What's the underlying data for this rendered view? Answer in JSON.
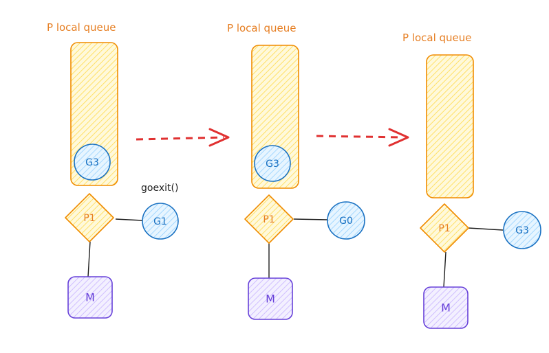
{
  "colors": {
    "queue_stroke": "#f08c00",
    "queue_fill": "#ffec99",
    "goroutine_stroke": "#1971c2",
    "goroutine_fill": "#a5d8ff",
    "m_stroke": "#6741d9",
    "m_fill": "#d0bfff",
    "p_stroke": "#f08c00",
    "p_fill": "#ffec99",
    "arrow": "#e03131",
    "edge": "#1e1e1e"
  },
  "panels": [
    {
      "title": "P local queue",
      "queue_items": [
        "G3"
      ],
      "processor": "P1",
      "running_goroutine": "G1",
      "annotation": "goexit()",
      "machine": "M"
    },
    {
      "title": "P local queue",
      "queue_items": [
        "G3"
      ],
      "processor": "P1",
      "running_goroutine": "G0",
      "annotation": "",
      "machine": "M"
    },
    {
      "title": "P local queue",
      "queue_items": [],
      "processor": "P1",
      "running_goroutine": "G3",
      "annotation": "",
      "machine": "M"
    }
  ]
}
